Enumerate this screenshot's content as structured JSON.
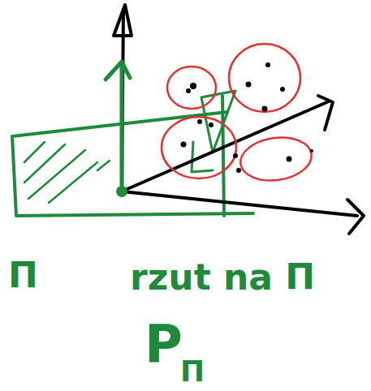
{
  "diagram": {
    "labels": [
      "Π",
      "rzut na Π",
      "P",
      "Π"
    ]
  }
}
